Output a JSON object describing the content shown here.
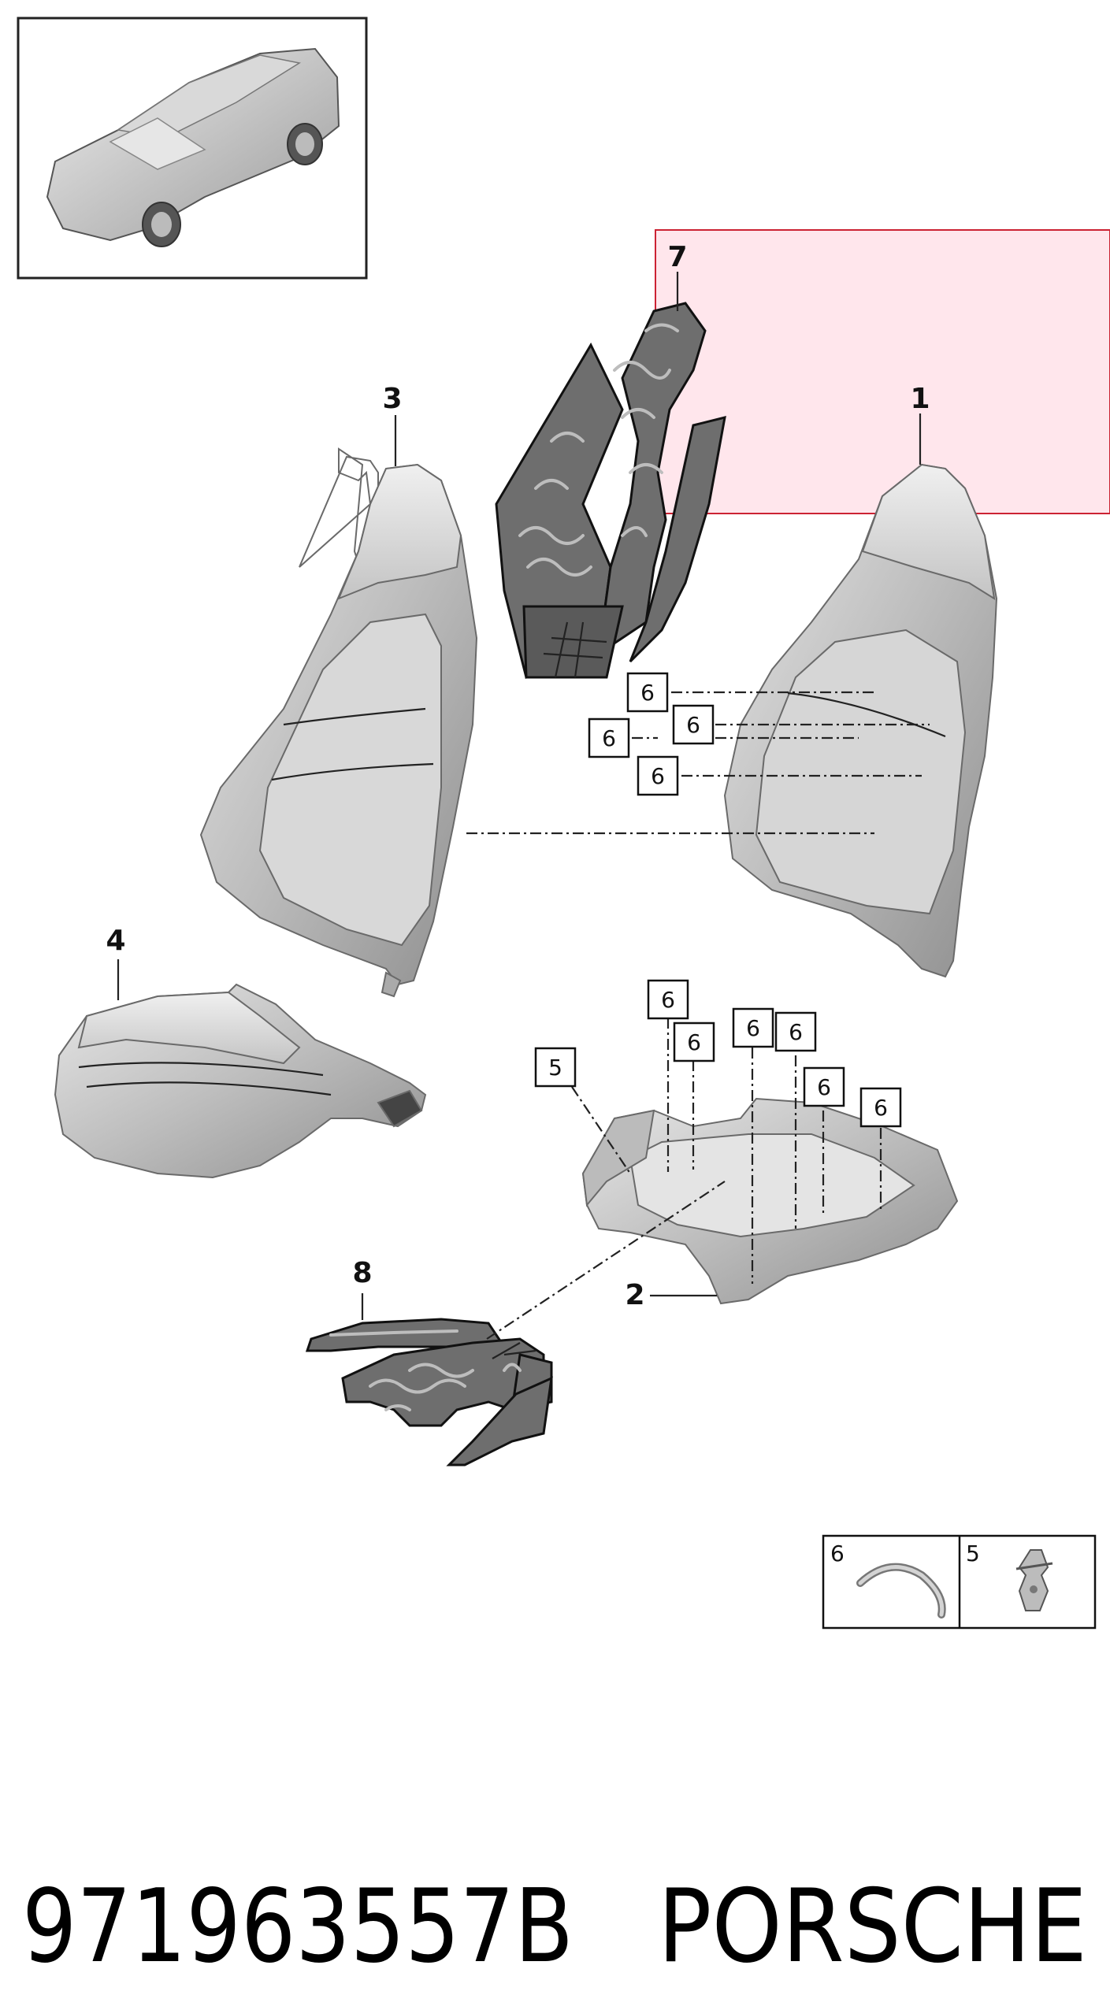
{
  "diagram": {
    "callouts": [
      {
        "id": "c1",
        "text": "1"
      },
      {
        "id": "c2",
        "text": "2"
      },
      {
        "id": "c3",
        "text": "3"
      },
      {
        "id": "c4",
        "text": "4"
      },
      {
        "id": "c7",
        "text": "7"
      },
      {
        "id": "c8",
        "text": "8"
      }
    ],
    "boxed_labels": [
      {
        "id": "b6a",
        "text": "6"
      },
      {
        "id": "b6b",
        "text": "6"
      },
      {
        "id": "b6c",
        "text": "6"
      },
      {
        "id": "b6d",
        "text": "6"
      },
      {
        "id": "b6e",
        "text": "6"
      },
      {
        "id": "b6f",
        "text": "6"
      },
      {
        "id": "b6g",
        "text": "6"
      },
      {
        "id": "b6h",
        "text": "6"
      },
      {
        "id": "b6i",
        "text": "6"
      },
      {
        "id": "b6j",
        "text": "6"
      },
      {
        "id": "b5a",
        "text": "5"
      }
    ],
    "legend": {
      "cells": [
        {
          "text": "6",
          "icon": "hog-ring-clip-icon"
        },
        {
          "text": "5",
          "icon": "plastic-clip-icon"
        }
      ]
    },
    "footer": {
      "part_number": "971963557B",
      "brand": "PORSCHE"
    },
    "colors": {
      "highlight_fill": "#ffdde6",
      "highlight_stroke": "#cc2233",
      "part_gray": "#c8c8c8",
      "mat_gray": "#6e6e6e"
    }
  }
}
